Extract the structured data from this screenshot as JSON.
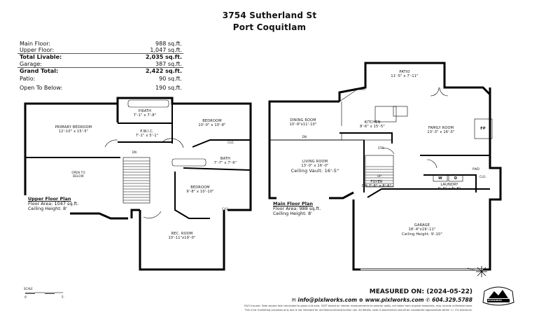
{
  "header": {
    "address": "3754 Sutherland St",
    "city": "Port Coquitlam"
  },
  "stats": [
    {
      "label": "Main Floor:",
      "value": "988 sq.ft."
    },
    {
      "label": "Upper Floor:",
      "value": "1,047 sq.ft."
    },
    {
      "label": "Total Livable:",
      "value": "2,035 sq.ft."
    },
    {
      "label": "Garage:",
      "value": "387 sq.ft."
    },
    {
      "label": "Grand Total:",
      "value": "2,422 sq.ft."
    },
    {
      "label": "Patio:",
      "value": "90 sq.ft."
    },
    {
      "label": "Open To Below:",
      "value": "190 sq.ft."
    }
  ],
  "upper": {
    "title": "Upper Floor Plan",
    "area": "Floor Area: 1047 sq.ft.",
    "ceiling": "Ceiling Height: 8'",
    "rooms": {
      "primary": [
        "PRIMARY BEDROOM",
        "12'-10\" x 15'-5\""
      ],
      "pbath": [
        "P.BATH",
        "7'-1\" x 7'-8\""
      ],
      "pwic": [
        "P.W.I.C.",
        "7'-1\" x 5'-1\""
      ],
      "bed1": [
        "BEDROOM",
        "10'-0\" x 10'-8\""
      ],
      "bath": [
        "BATH",
        "7'-7\" x 7'-6\""
      ],
      "bed2": [
        "BEDROOM",
        "9'-8\" x 10'-10\""
      ],
      "rec": [
        "REC. ROOM",
        "10'-11\"x19'-0\""
      ],
      "open": [
        "OPEN TO",
        "BELOW"
      ],
      "clo": "CLO.",
      "dn": "DN"
    }
  },
  "main": {
    "title": "Main Floor Plan",
    "area": "Floor Area: 988 sq.ft.",
    "ceiling": "Ceiling Height: 8'",
    "rooms": {
      "patio": [
        "PATIO",
        "11'-5\" x 7'-11\""
      ],
      "dining": [
        "DINING ROOM",
        "10'-9\"x11'-10\""
      ],
      "kitchen": [
        "KITCHEN",
        "8'-6\" x 15'-5\""
      ],
      "family": [
        "FAMILY ROOM",
        "13'-3\" x 16'-5\""
      ],
      "living": [
        "LIVING ROOM",
        "13'-0\" x 16'-0\"",
        "Ceiling Vault: 16'-5\""
      ],
      "foyer": [
        "FOYER",
        "DH 7'-6\" x 8'-6\""
      ],
      "laundry": [
        "LAUNDRY",
        "6'-6\" x 5'-8\""
      ],
      "garage": [
        "GARAGE",
        "18'-4\"x19'-11\"",
        "Ceiling Height: 9'-10\""
      ],
      "sto": "STO.",
      "pwd": "PWD",
      "clo": "CLO.",
      "fp": "FP",
      "w": "W",
      "d": "D",
      "up": "UP",
      "dn": "DN"
    }
  },
  "scale": {
    "label": "SCALE",
    "min": "0'",
    "max": "5'"
  },
  "footer": {
    "measured": "MEASURED ON: (2024-05-22)",
    "email": "info@pixlworks.com",
    "web": "www.pixlworks.com",
    "phone": "604.329.5788",
    "disclaimer1": "E&O Insured. Total square foot calculated to gross unit area. SQFT based on interior measurements to exterior walls, not taken from original blueprints, may include unfinished area.",
    "disclaimer2": "This is for marketing purposes only and is not intended for architectural/construction use. All details, sizes & placements should be considered approximate within +/- 2% tolerance.",
    "logo_text": "PIXLWORKS"
  }
}
